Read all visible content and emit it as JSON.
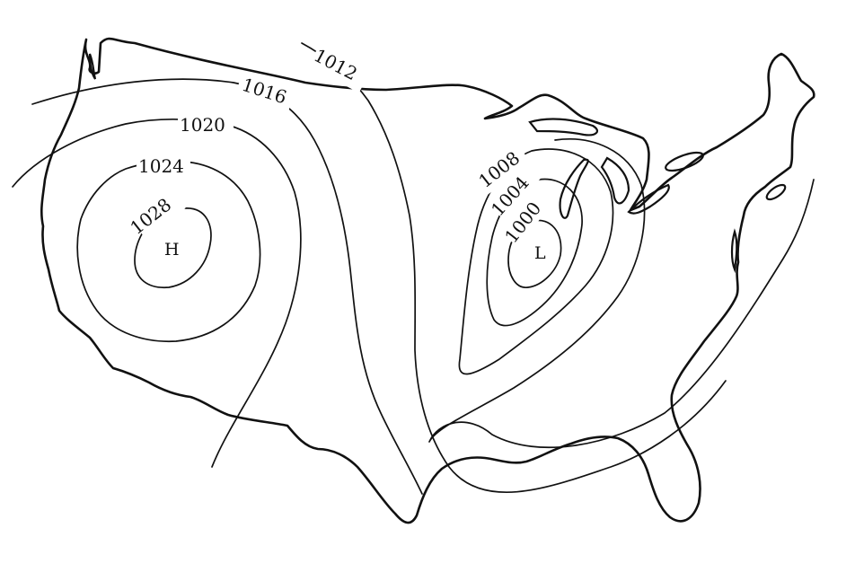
{
  "map": {
    "isobar_unit_values": [
      "1028",
      "1024",
      "1020",
      "1016",
      "1012",
      "1008",
      "1004",
      "1000"
    ],
    "isobars": [
      {
        "id": "1028",
        "label": "1028"
      },
      {
        "id": "1024",
        "label": "1024"
      },
      {
        "id": "1020",
        "label": "1020"
      },
      {
        "id": "1016",
        "label": "1016"
      },
      {
        "id": "1012",
        "label": "1012"
      },
      {
        "id": "1008",
        "label": "1008"
      },
      {
        "id": "1004",
        "label": "1004"
      },
      {
        "id": "1000",
        "label": "1000"
      }
    ],
    "pressure_centers": {
      "high": "H",
      "low": "L"
    },
    "colors": {
      "line": "#111111",
      "background": "#ffffff"
    }
  }
}
